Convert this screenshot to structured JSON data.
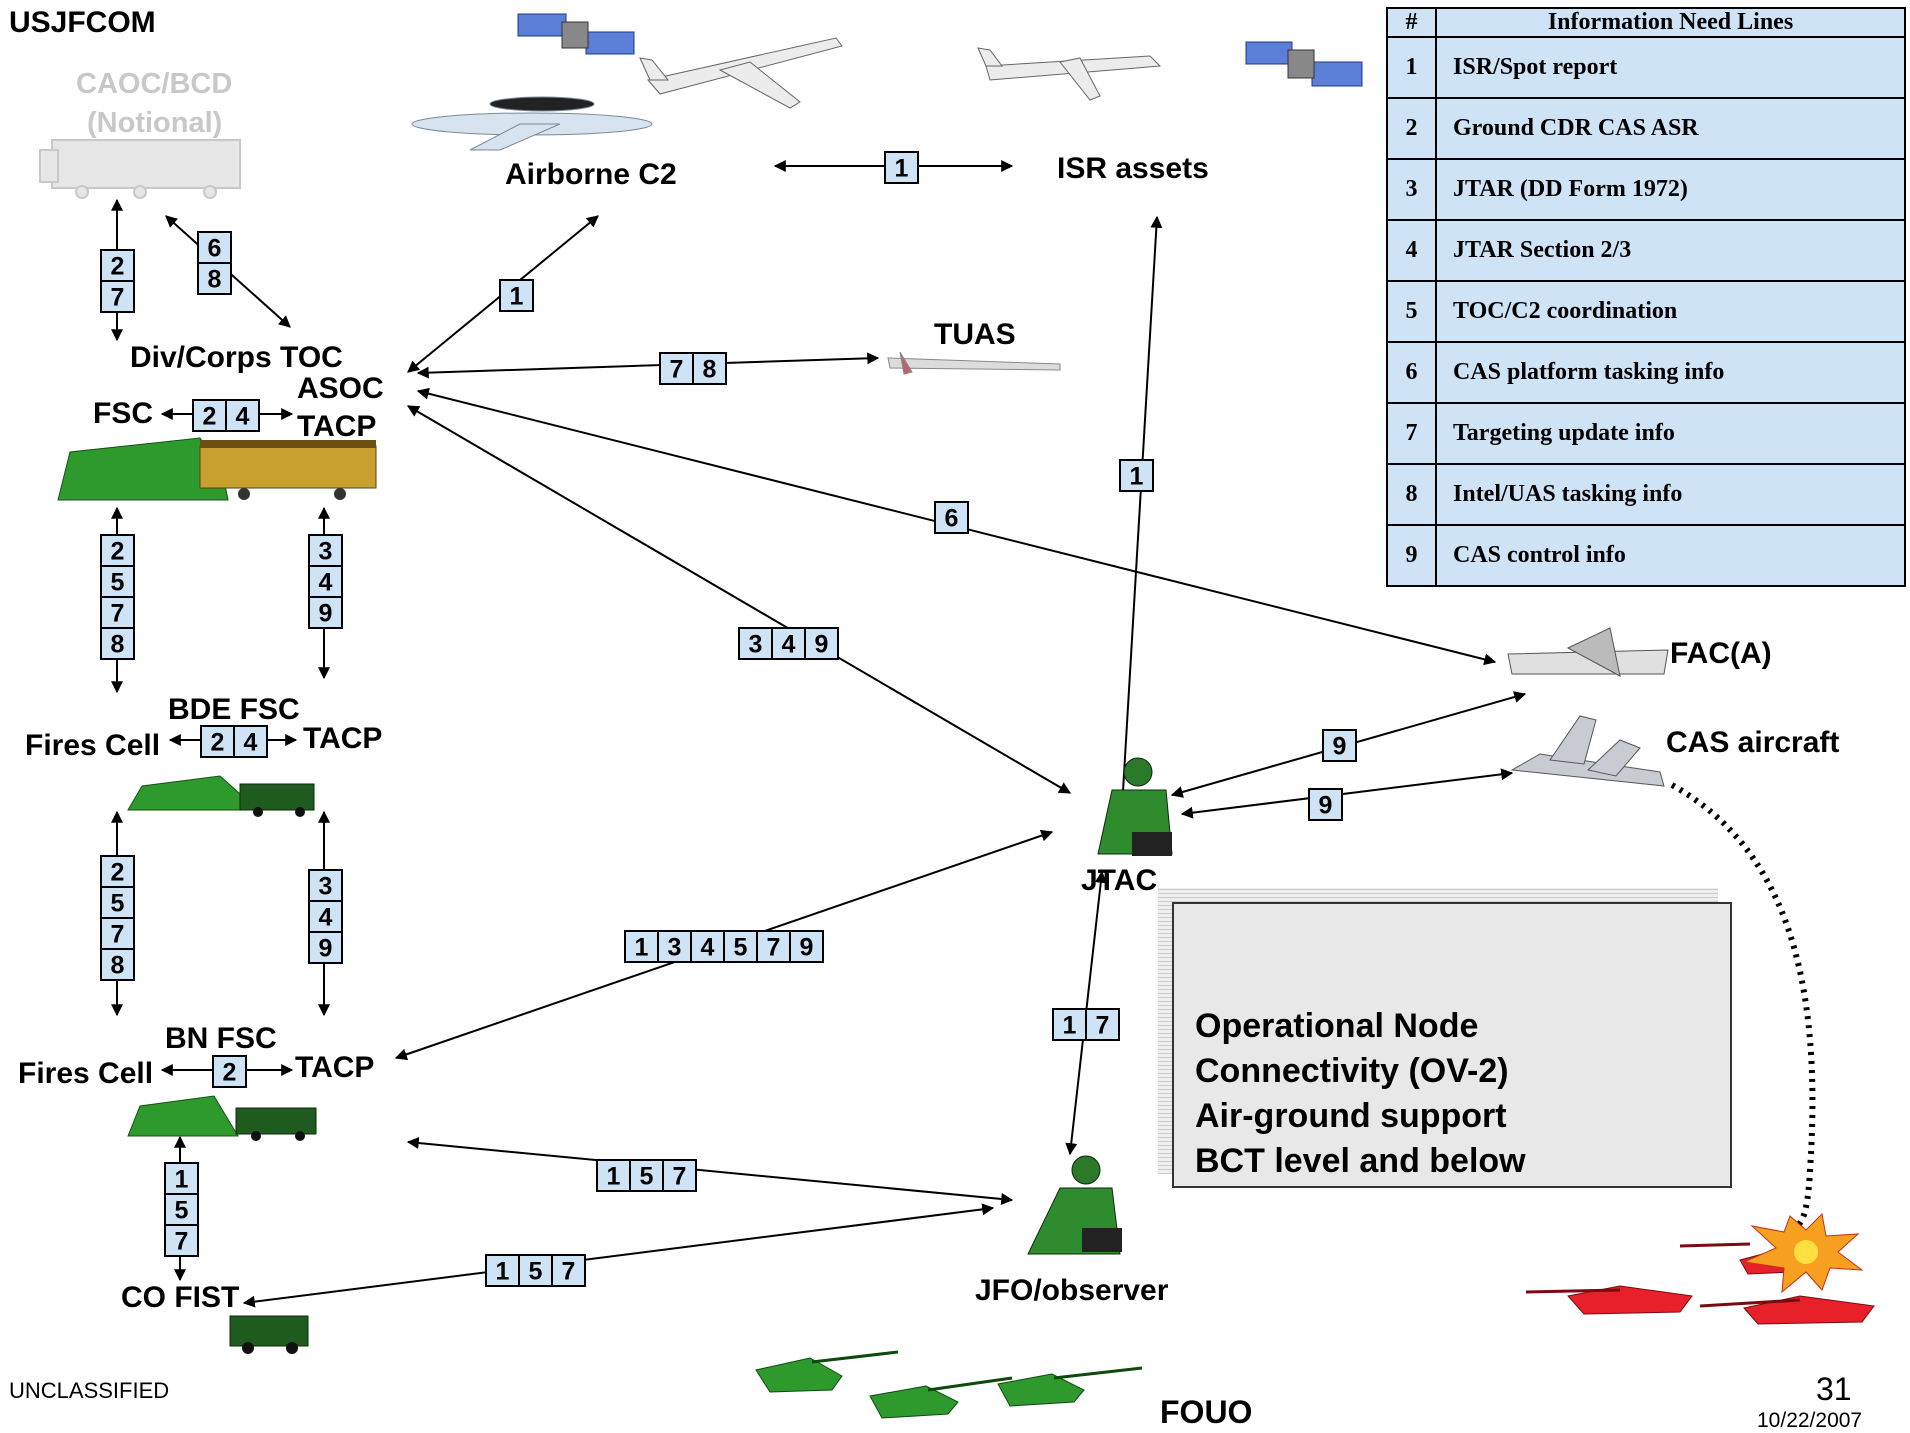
{
  "header": {
    "org": "USJFCOM"
  },
  "nodes": {
    "caoc": "CAOC/BCD",
    "caoc_sub": "(Notional)",
    "airborne_c2": "Airborne C2",
    "isr": "ISR assets",
    "tuas": "TUAS",
    "div_toc": "Div/Corps TOC",
    "asoc": "ASOC",
    "tacp_top": "TACP",
    "fsc_top": "FSC",
    "bde_fsc": "BDE FSC",
    "fires_mid": "Fires Cell",
    "tacp_mid": "TACP",
    "bn_fsc": "BN FSC",
    "fires_low": "Fires Cell",
    "tacp_low": "TACP",
    "co_fist": "CO FIST",
    "jtac": "JTAC",
    "jfo": "JFO/observer",
    "faca": "FAC(A)",
    "cas": "CAS aircraft"
  },
  "table": {
    "col_num": "#",
    "col_title": "Information Need Lines",
    "rows": [
      {
        "num": "1",
        "label": "ISR/Spot report"
      },
      {
        "num": "2",
        "label": "Ground CDR CAS ASR"
      },
      {
        "num": "3",
        "label": "JTAR (DD Form 1972)"
      },
      {
        "num": "4",
        "label": "JTAR Section 2/3"
      },
      {
        "num": "5",
        "label": "TOC/C2 coordination"
      },
      {
        "num": "6",
        "label": "CAS platform tasking info"
      },
      {
        "num": "7",
        "label": "Targeting update info"
      },
      {
        "num": "8",
        "label": "Intel/UAS tasking info"
      },
      {
        "num": "9",
        "label": "CAS control info"
      }
    ]
  },
  "ov2": {
    "line1": "Operational Node",
    "line2": "Connectivity (OV-2)",
    "line3": "Air-ground support",
    "line4": "BCT level and below"
  },
  "footer": {
    "classification": "UNCLASSIFIED",
    "fouo": "FOUO",
    "page": "31",
    "date": "10/22/2007"
  },
  "links": [
    {
      "id": "c2-isr",
      "cells": [
        "1"
      ]
    },
    {
      "id": "asoc-c2",
      "cells": [
        "1"
      ]
    },
    {
      "id": "caoc-div",
      "cells": [
        "2",
        "7"
      ]
    },
    {
      "id": "caoc-asoc",
      "cells": [
        "6",
        "8"
      ]
    },
    {
      "id": "asoc-tuas",
      "cells": [
        "7",
        "8"
      ]
    },
    {
      "id": "fsc-asoc",
      "cells": [
        "2",
        "4"
      ]
    },
    {
      "id": "isr-jtac",
      "cells": [
        "1"
      ]
    },
    {
      "id": "asoc-faca",
      "cells": [
        "6"
      ]
    },
    {
      "id": "asoc-jtac",
      "cells": [
        "3",
        "4",
        "9"
      ]
    },
    {
      "id": "top-bde-left",
      "cells": [
        "2",
        "5",
        "7",
        "8"
      ]
    },
    {
      "id": "top-bde-right",
      "cells": [
        "3",
        "4",
        "9"
      ]
    },
    {
      "id": "bde-fires-tacp",
      "cells": [
        "2",
        "4"
      ]
    },
    {
      "id": "bde-bn-left",
      "cells": [
        "2",
        "5",
        "7",
        "8"
      ]
    },
    {
      "id": "bde-bn-right",
      "cells": [
        "3",
        "4",
        "9"
      ]
    },
    {
      "id": "bn-fires-tacp",
      "cells": [
        "2"
      ]
    },
    {
      "id": "bn-co",
      "cells": [
        "1",
        "5",
        "7"
      ]
    },
    {
      "id": "bntacp-jtac",
      "cells": [
        "1",
        "3",
        "4",
        "5",
        "7",
        "9"
      ]
    },
    {
      "id": "jtac-faca",
      "cells": [
        "9"
      ]
    },
    {
      "id": "jtac-cas",
      "cells": [
        "9"
      ]
    },
    {
      "id": "jtac-jfo",
      "cells": [
        "1",
        "7"
      ]
    },
    {
      "id": "bn-jfo",
      "cells": [
        "1",
        "5",
        "7"
      ]
    },
    {
      "id": "co-jfo",
      "cells": [
        "1",
        "5",
        "7"
      ]
    }
  ]
}
